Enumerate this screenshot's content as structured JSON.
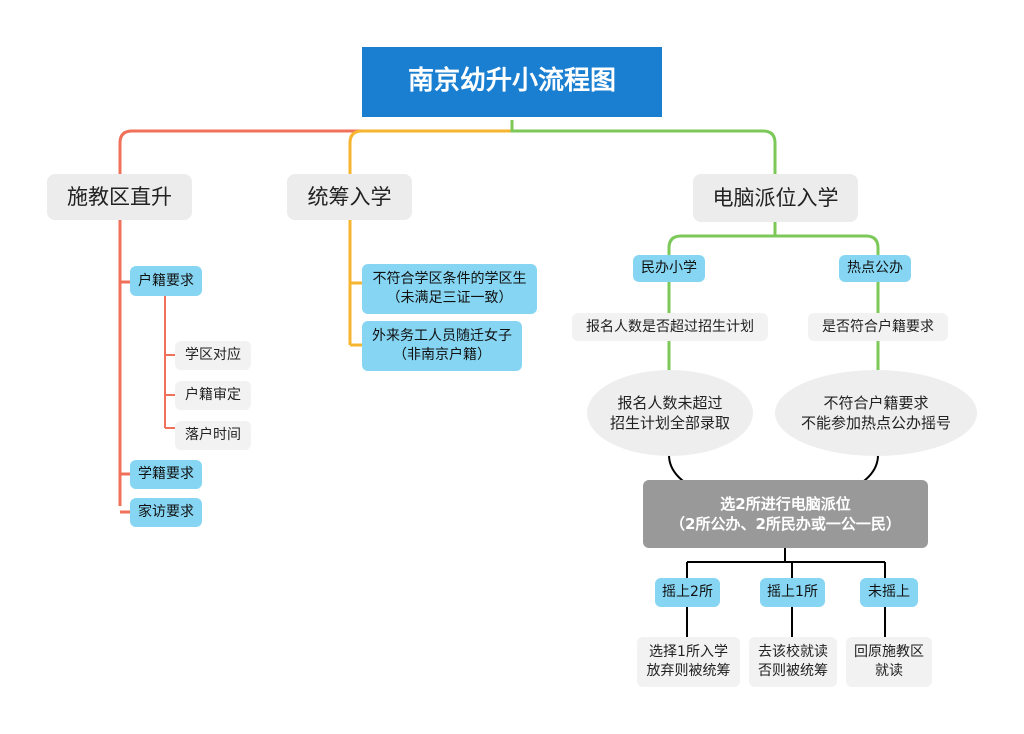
{
  "title": "南京幼升小流程图",
  "branches": {
    "b1": {
      "label": "施教区直升",
      "hukou": "户籍要求",
      "hukou_items": [
        "学区对应",
        "户籍审定",
        "落户时间"
      ],
      "xueji": "学籍要求",
      "jiafang": "家访要求"
    },
    "b2": {
      "label": "统筹入学",
      "items": [
        "不符合学区条件的学区生\n（未满足三证一致）",
        "外来务工人员随迁女子\n（非南京户籍）"
      ]
    },
    "b3": {
      "label": "电脑派位入学",
      "minban": "民办小学",
      "minban_q": "报名人数是否超过招生计划",
      "minban_a": "报名人数未超过\n招生计划全部录取",
      "hot": "热点公办",
      "hot_q": "是否符合户籍要求",
      "hot_a": "不符合户籍要求\n不能参加热点公办摇号",
      "select": "选2所进行电脑派位\n（2所公办、2所民办或一公一民）",
      "outcomes": [
        {
          "label": "摇上2所",
          "desc": "选择1所入学\n放弃则被统筹"
        },
        {
          "label": "摇上1所",
          "desc": "去该校就读\n否则被统筹"
        },
        {
          "label": "未摇上",
          "desc": "回原施教区\n就读"
        }
      ]
    }
  },
  "colors": {
    "title": "#1a7fd1",
    "red": "#f0705a",
    "orange": "#f5b52e",
    "green": "#7cc95a",
    "blue": "#86d6f3",
    "dark": "#000000"
  }
}
